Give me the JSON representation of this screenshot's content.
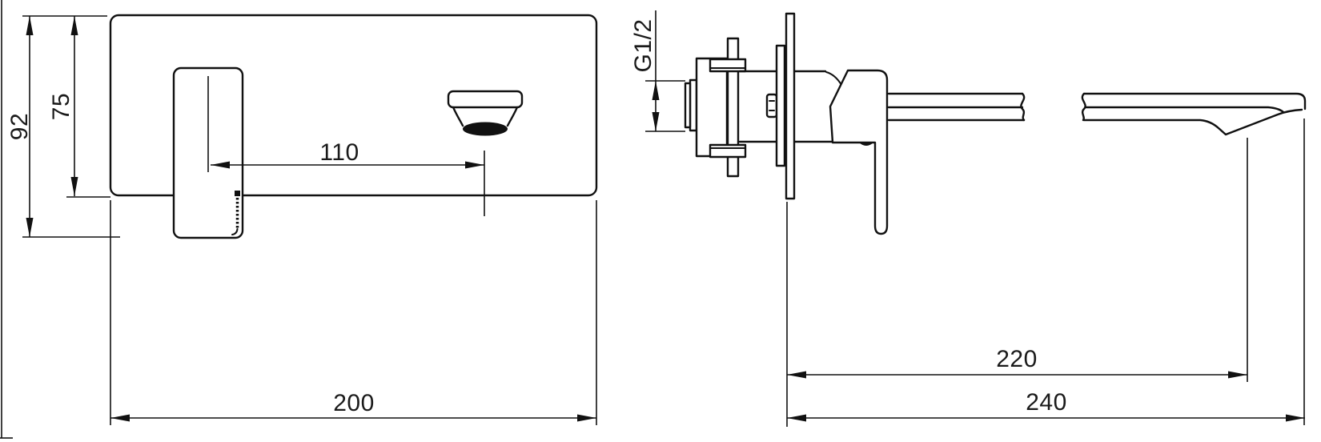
{
  "drawing": {
    "background": "#ffffff",
    "line_color": "#111111",
    "front_view": {
      "total_height": "92",
      "plate_height": "75",
      "spout_offset": "110",
      "plate_width": "200"
    },
    "side_view": {
      "inlet_thread": "G1/2",
      "spout_reach": "220",
      "overall_depth": "240"
    }
  }
}
